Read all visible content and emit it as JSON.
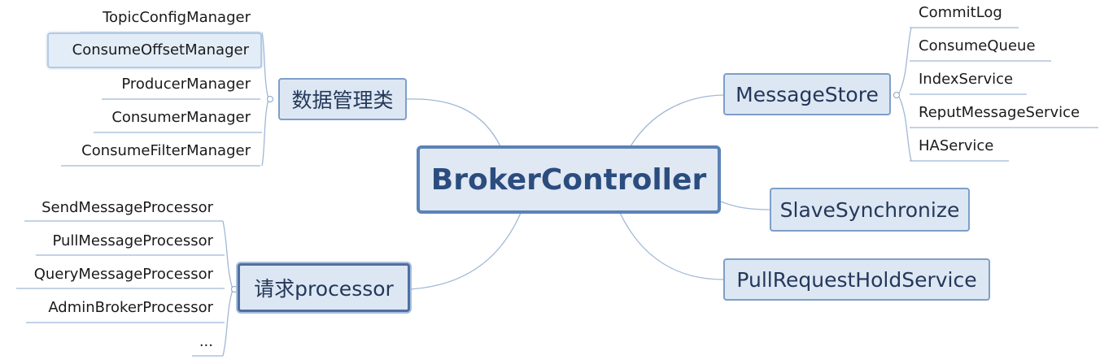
{
  "central": {
    "label": "BrokerController"
  },
  "branches": {
    "data_management": {
      "label": "数据管理类"
    },
    "request_processor": {
      "label": "请求processor"
    },
    "message_store": {
      "label": "MessageStore"
    },
    "slave_synchronize": {
      "label": "SlaveSynchronize"
    },
    "pull_request_hold": {
      "label": "PullRequestHoldService"
    }
  },
  "data_management_children": [
    "TopicConfigManager",
    "ConsumeOffsetManager",
    "ProducerManager",
    "ConsumerManager",
    "ConsumeFilterManager"
  ],
  "request_processor_children": [
    "SendMessageProcessor",
    "PullMessageProcessor",
    "QueryMessageProcessor",
    "AdminBrokerProcessor",
    "..."
  ],
  "message_store_children": [
    "CommitLog",
    "ConsumeQueue",
    "IndexService",
    "ReputMessageService",
    "HAService"
  ],
  "colors": {
    "connector": "#9fb8d6",
    "node_fill": "#dde7f3",
    "node_border": "#7d9fc8",
    "central_border": "#5b82b8",
    "central_text": "#2b4c7e"
  }
}
